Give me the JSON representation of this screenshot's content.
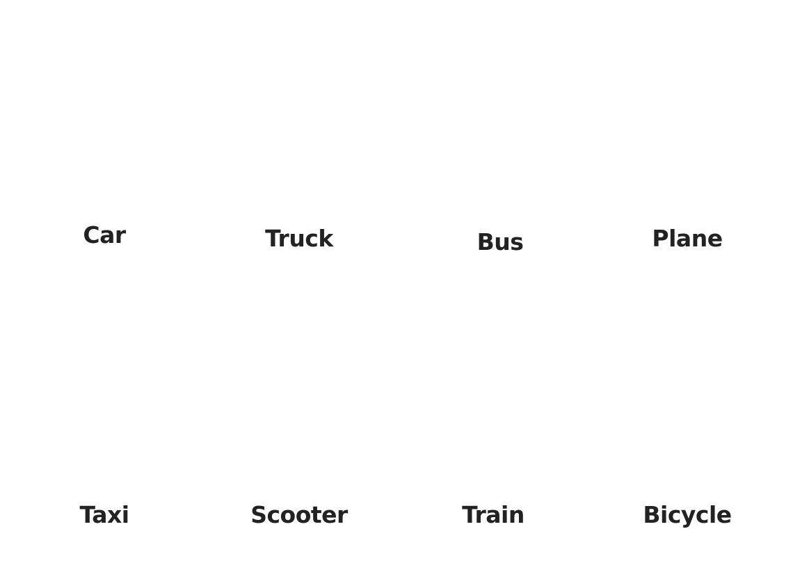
{
  "cards": {
    "row1": {
      "car": "Car",
      "truck": "Truck",
      "bus": "Bus",
      "plane": "Plane"
    },
    "row2": {
      "taxi": "Taxi",
      "scooter": "Scooter",
      "train": "Train",
      "bicycle": "Bicycle"
    }
  }
}
